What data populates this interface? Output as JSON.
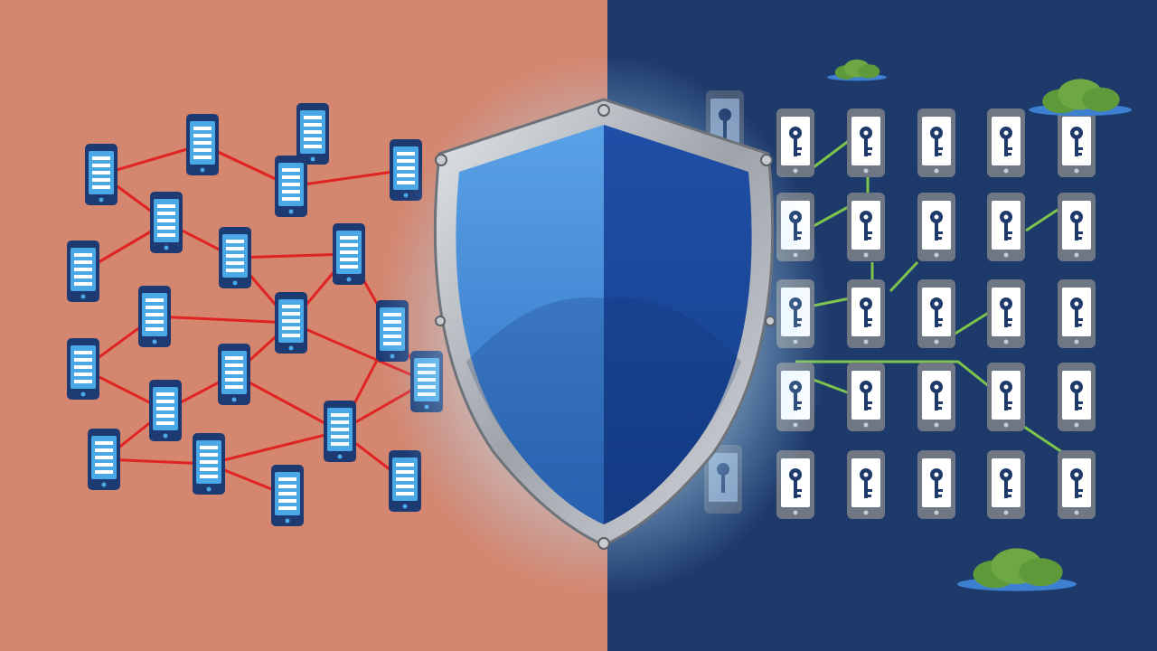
{
  "scene": {
    "left_panel": {
      "background_color": "#d4866e",
      "link_color": "#e02424",
      "phone_body_color": "#1e3a73",
      "phone_screen_color": "#4aa8e6",
      "screen_line_color": "#ffffff",
      "device_count": 24,
      "icon": "phone-screen-icon"
    },
    "right_panel": {
      "background_color": "#1e3a6b",
      "link_color": "#7cc44b",
      "phone_body_color": "#6f7784",
      "phone_screen_color": "#ffffff",
      "key_color": "#1e3a6b",
      "columns": 6,
      "rows": 5,
      "icon": "key-icon",
      "decorations": [
        "bush-icon",
        "bush-icon",
        "bush-icon"
      ]
    },
    "shield": {
      "icon": "shield-icon",
      "light_color": "#3f86d6",
      "dark_color": "#1a4597",
      "rim_color": "#a9adb3",
      "glow_color": "#9fd8ff"
    }
  }
}
